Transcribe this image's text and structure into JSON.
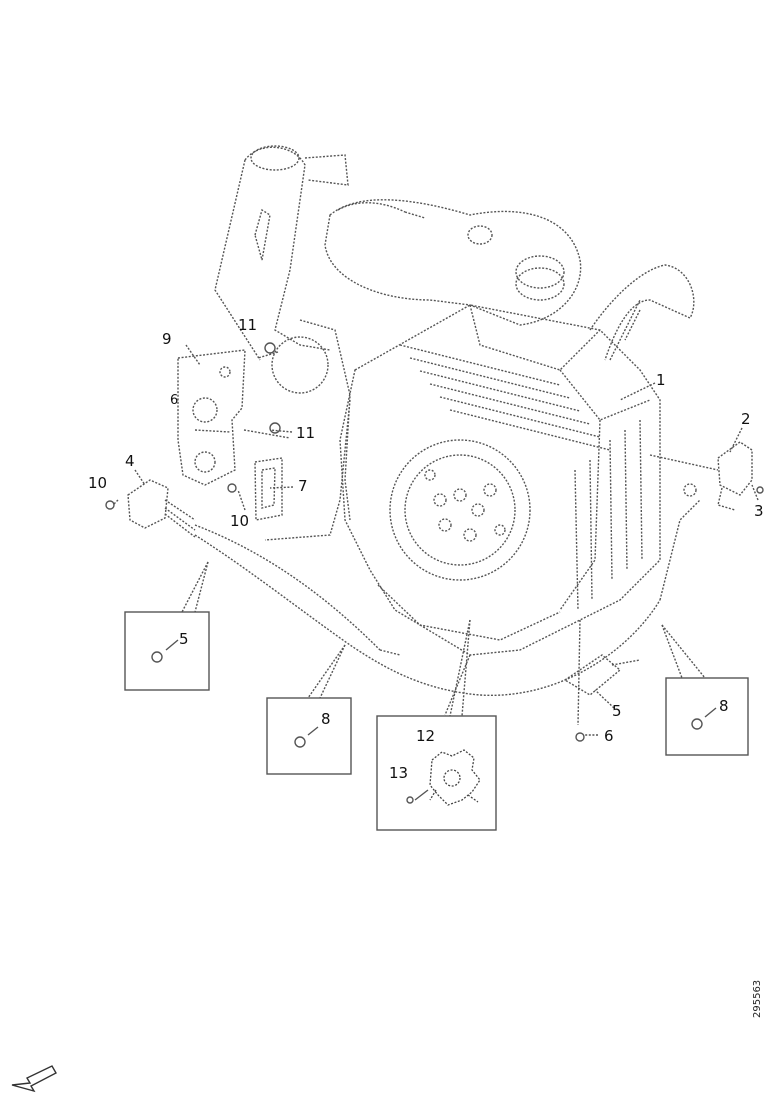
{
  "callouts": {
    "c1": "1",
    "c2": "2",
    "c3": "3",
    "c4": "4",
    "c5a": "5",
    "c5b": "5",
    "c6a": "6",
    "c6b": "6",
    "c7": "7",
    "c8a": "8",
    "c8b": "8",
    "c9": "9",
    "c10a": "10",
    "c10b": "10",
    "c11a": "11",
    "c11b": "11",
    "c12": "12",
    "c13": "13"
  },
  "reference_code": "295563",
  "icons": {
    "orientation": "arrow-down-left-icon"
  },
  "colors": {
    "line": "#555555",
    "ink": "#111111"
  }
}
